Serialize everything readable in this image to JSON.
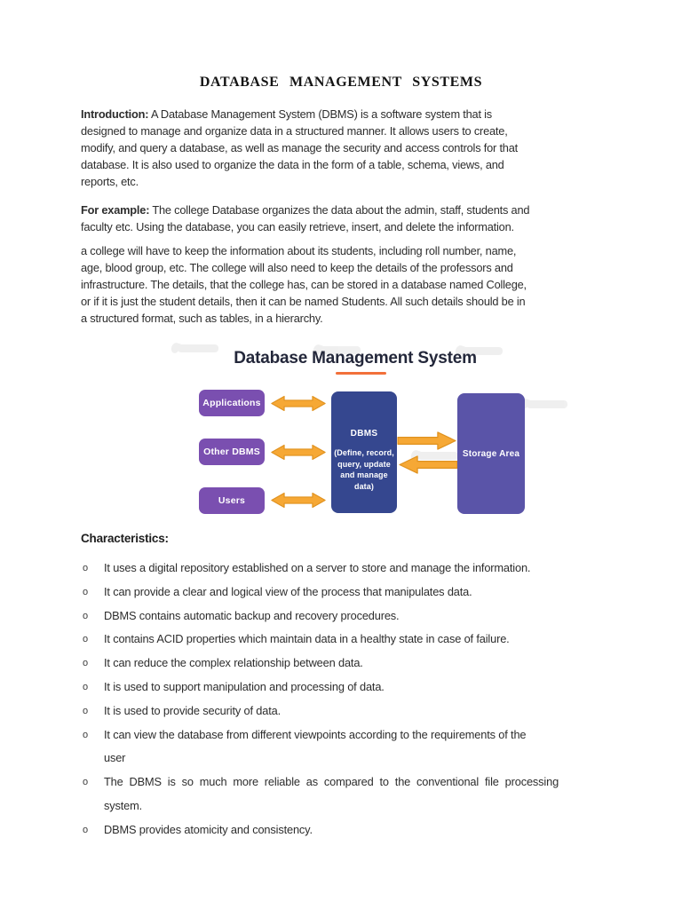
{
  "doc": {
    "title": "DATABASE MANAGEMENT SYSTEMS",
    "paragraphs": [
      {
        "lead": "Introduction:",
        "text": " A Database Management System (DBMS) is a software system that is\ndesigned to manage and organize data in a structured manner. It allows users to create,\nmodify, and query a database, as well as manage the security and access controls for that\ndatabase. It is also used to organize the data in the form of a table, schema, views, and\nreports, etc."
      },
      {
        "lead": "For example:",
        "text": " The college Database organizes the data about the admin, staff, students and\nfaculty etc. Using the database, you can easily retrieve, insert, and delete the information."
      },
      {
        "lead": "",
        "text": "a college will have to keep the information about its students, including roll number, name,\nage, blood group, etc. The college will also need to keep the details of the professors and\ninfrastructure. The details, that the college has, can be stored in a database named College,\nor if it is just the student details, then it can be named Students. All such details should be in\na structured format, such as tables, in a hierarchy."
      }
    ]
  },
  "diagram": {
    "title": "Database Management System",
    "left_boxes": [
      "Applications",
      "Other DBMS",
      "Users"
    ],
    "center_box": {
      "title": "DBMS",
      "subtitle": "(Define, record,\nquery, update\nand manage\ndata)"
    },
    "right_box": "Storage Area"
  },
  "characteristics": {
    "heading": "Characteristics:",
    "marker": "o",
    "items": [
      "It uses a digital repository established on a server to store and manage the information.",
      "It can provide a clear and logical view of the process that manipulates data.",
      "DBMS contains automatic backup and recovery procedures.",
      "It contains ACID properties which maintain data in a healthy state in case of failure.",
      "It can reduce the complex relationship between data.",
      "It is used to support manipulation and processing of data.",
      "It is used to provide security of data.",
      "It can view the database from different viewpoints according to the requirements of the\nuser",
      "The DBMS is so much more reliable as compared to the conventional file processing\nsystem.",
      "DBMS provides atomicity and consistency."
    ]
  },
  "colors": {
    "purple_box": "#7a4fb0",
    "dbms_box": "#35478f",
    "storage_box": "#5a54a8",
    "arrow": "#f6a835",
    "arrow_border": "#e0921f",
    "underline": "#f2703a",
    "diagram_title": "#23273a"
  }
}
